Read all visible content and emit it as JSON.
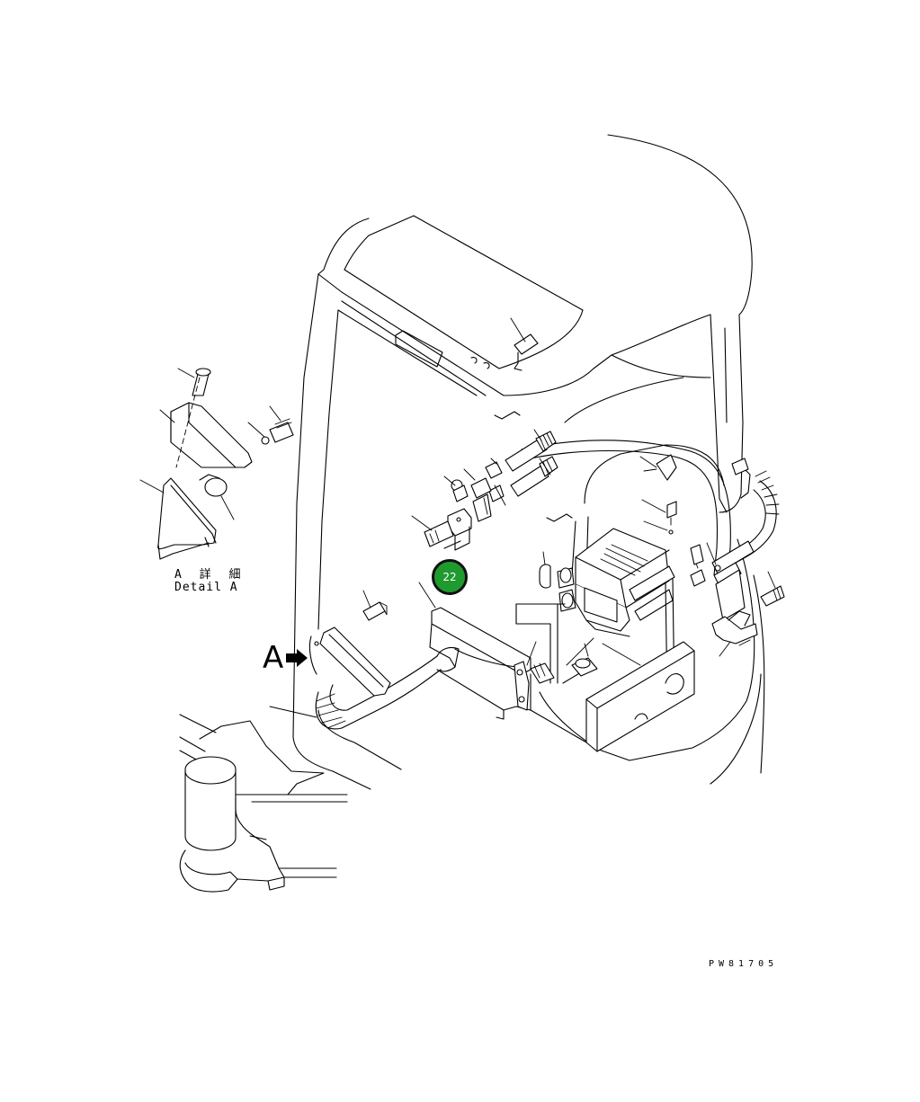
{
  "labels": {
    "detail_ja": "A 詳 細",
    "detail_en": "Detail A",
    "view_arrow": "A",
    "drawing_number": "PW81705"
  },
  "callouts": [
    {
      "number": "22",
      "color": "#1f9a2e"
    }
  ],
  "colors": {
    "line": "#000000",
    "background": "#ffffff",
    "callout_fill": "#1f9a2e"
  }
}
